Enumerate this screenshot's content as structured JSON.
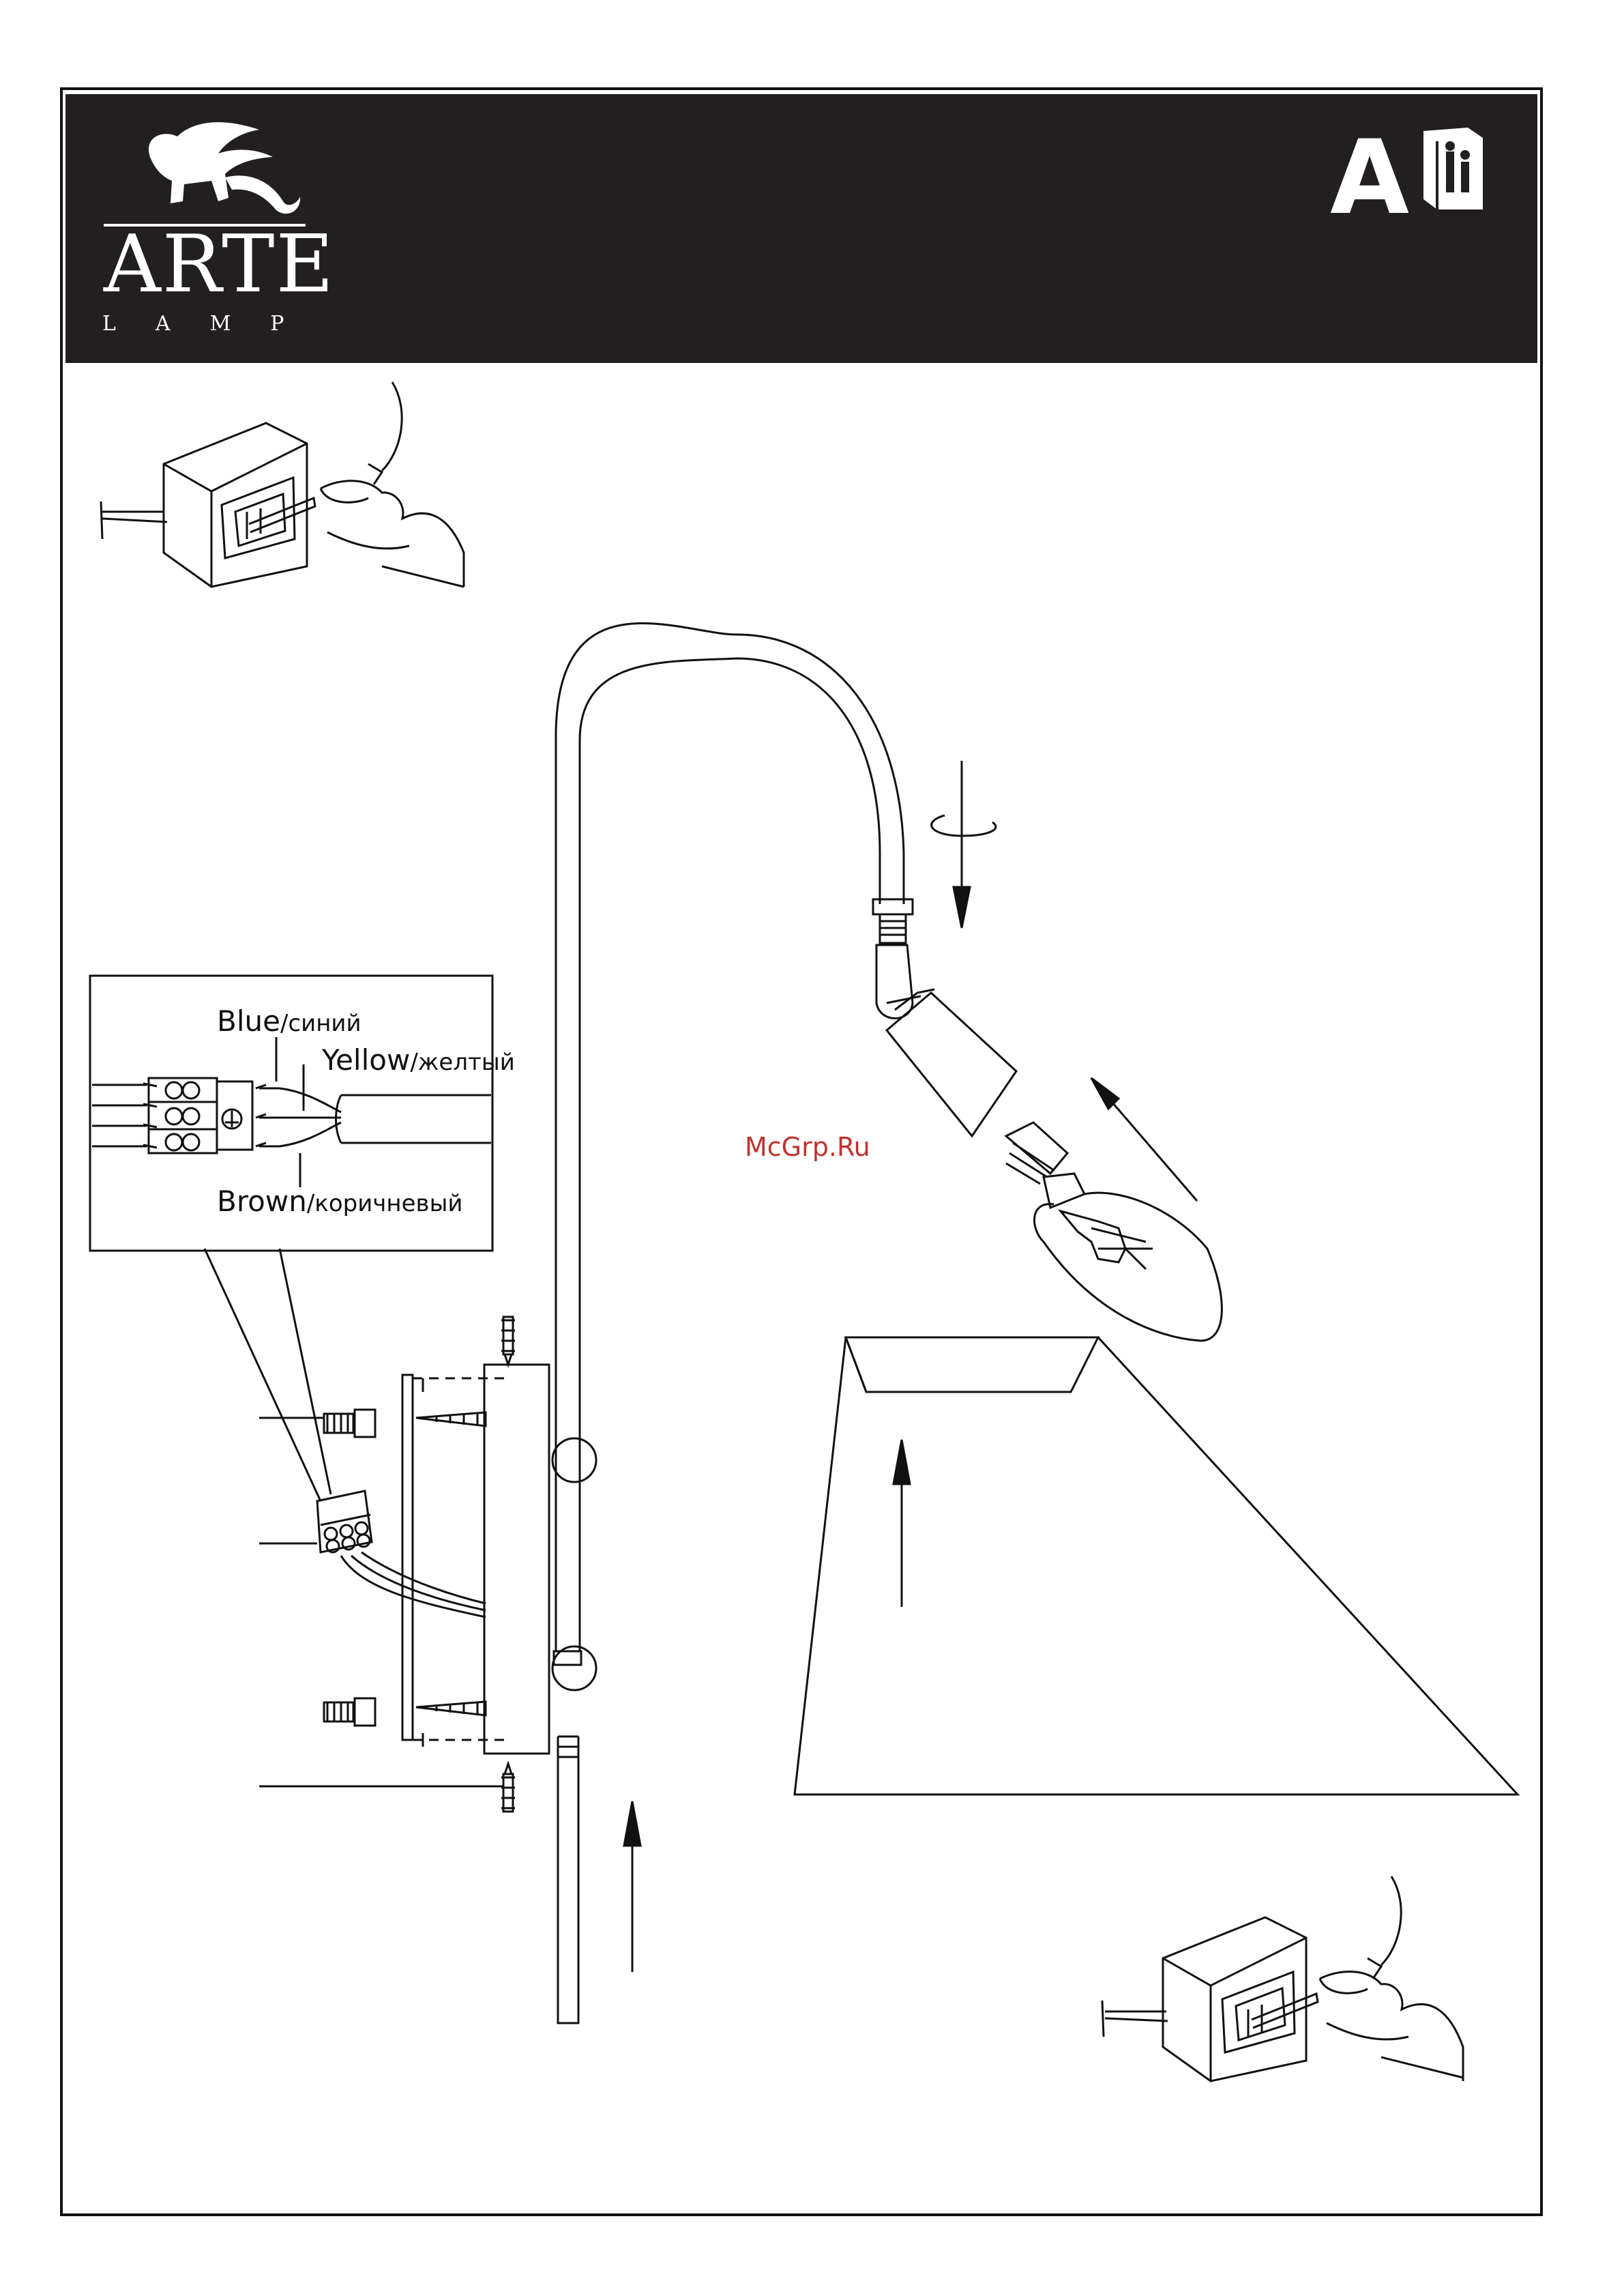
{
  "brand": {
    "name": "ARTE",
    "sub": "LAMP"
  },
  "header": {
    "doc_letter": "A"
  },
  "icons": {
    "logo": "winged-lion-logo-icon",
    "manual": "instruction-book-icon"
  },
  "wires": {
    "blue": {
      "label": "Blue",
      "label_ru": "/синий"
    },
    "yellow": {
      "label": "Yellow",
      "label_ru": "/желтый"
    },
    "brown": {
      "label": "Brown",
      "label_ru": "/коричневый"
    }
  },
  "watermark": "McGrp.Ru",
  "colors": {
    "header_bg": "#231f20",
    "line": "#111111",
    "watermark": "#c0332f"
  }
}
